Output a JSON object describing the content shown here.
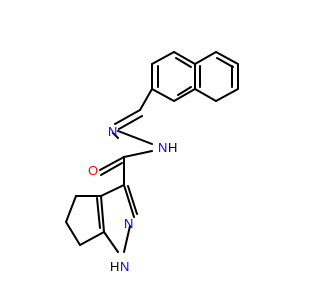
{
  "colors": {
    "background": "#ffffff",
    "bond": "#000000",
    "oxygen": "#ff0000",
    "nitrogen": "#0000ff"
  },
  "atoms": {
    "o": "O",
    "n_imine": "N",
    "n_amide": "N",
    "nh_amide_h": "H",
    "n_pyrazole": "N",
    "nh_pyrazole_h": "H",
    "nh_pyrazole_n": "N"
  }
}
